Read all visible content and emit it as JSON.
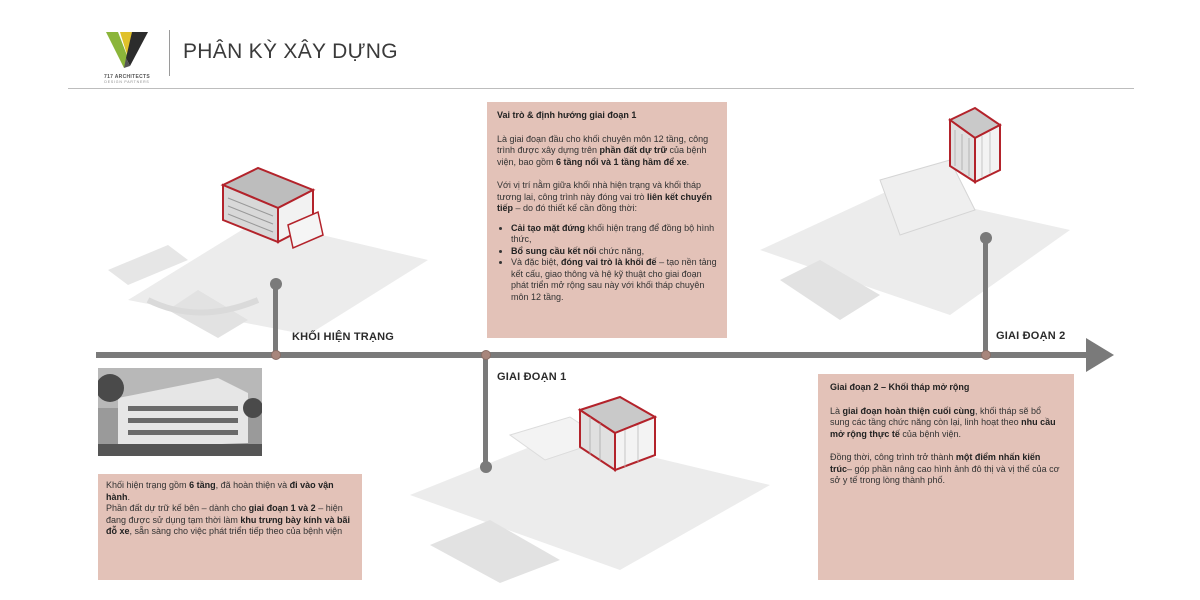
{
  "header": {
    "title": "PHÂN KỲ XÂY DỰNG",
    "logo_name": "717 ARCHITECTS",
    "logo_sub": "DESIGN PARTNERS"
  },
  "stages": [
    {
      "label": "KHỐI HIỆN TRẠNG"
    },
    {
      "label": "GIAI ĐOẠN 1"
    },
    {
      "label": "GIAI ĐOẠN 2"
    }
  ],
  "box_existing": {
    "line1_pre": "Khối hiện trạng gồm ",
    "line1_b1": "6 tầng",
    "line1_mid": ", đã hoàn thiện và ",
    "line1_b2": "đi vào vận hành",
    "line1_end": ".",
    "line2_pre": "Phần đất dự trữ kế bên – dành cho ",
    "line2_b1": "giai đoạn 1 và 2",
    "line2_mid": " – hiện đang được sử dụng tạm thời làm ",
    "line2_b2": "khu trưng bày kính và bãi đỗ xe",
    "line2_end": ", sẵn sàng cho việc phát triển tiếp theo của bệnh viện"
  },
  "box_phase1": {
    "title": "Vai trò & định hướng giai đoạn 1",
    "p1_pre": "Là giai đoạn đầu cho khối chuyên môn 12 tầng, công trình được xây dựng trên ",
    "p1_b1": "phần đất dự trữ",
    "p1_mid": " của bệnh viện, bao gồm ",
    "p1_b2": "6 tầng nổi và 1 tầng hầm để xe",
    "p1_end": ".",
    "p2_pre": "Với vị trí nằm giữa khối nhà hiện trạng và khối tháp tương lai, công trình này đóng vai trò ",
    "p2_b1": "liên kết chuyển tiếp",
    "p2_end": " – do đó thiết kế cần đồng thời:",
    "li1_b": "Cải tạo mặt đứng",
    "li1_rest": " khối hiện trạng để đồng bộ hình thức,",
    "li2_b": "Bổ sung cầu kết nối",
    "li2_rest": " chức năng,",
    "li3_pre": "Và đặc biệt, ",
    "li3_b": "đóng vai trò là khối đế",
    "li3_rest": " – tạo nền tảng kết cấu, giao thông và hệ kỹ thuật cho giai đoạn phát triển mở rộng sau này với khối tháp chuyên môn 12 tầng."
  },
  "box_phase2": {
    "title": "Giai đoạn 2 – Khối tháp mở rộng",
    "p1_pre": "Là ",
    "p1_b1": "giai đoạn hoàn thiện cuối cùng",
    "p1_mid": ", khối tháp sẽ bổ sung các tầng chức năng còn lại, linh hoạt theo ",
    "p1_b2": "nhu cầu mở rộng thực tế",
    "p1_end": " của bệnh viện.",
    "p2_pre": "Đồng thời, công trình trở thành ",
    "p2_b1": "một điểm nhấn kiến trúc",
    "p2_end": "– góp phần nâng cao hình ảnh đô thị và vị thế của cơ sở y tế trong lòng thành phố."
  },
  "colors": {
    "box_fill": "#e3c2b8",
    "timeline": "#7a7a7a",
    "highlight": "#b3232b"
  }
}
